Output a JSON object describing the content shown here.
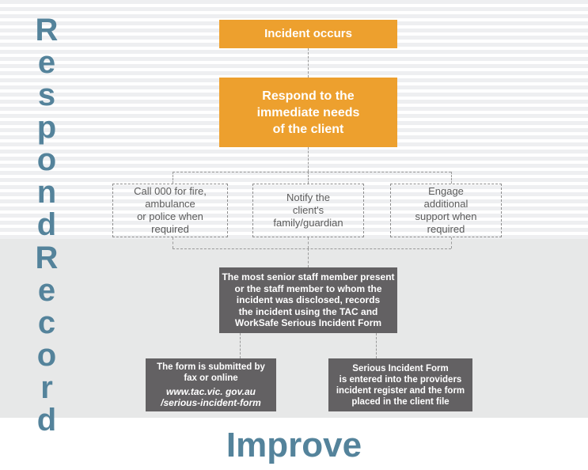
{
  "diagram": {
    "title": "Incident response and recording flowchart",
    "colors": {
      "accent_blue": "#54839b",
      "orange": "#eda02e",
      "dark_gray": "#636163",
      "band_gray": "#e7e8e8",
      "stripe_gray": "#eeeff1",
      "dashed_border": "#8d8d8d",
      "dashed_text": "#5b5b5b"
    },
    "sections": {
      "respond": {
        "label": "Respond",
        "letters": [
          "R",
          "e",
          "s",
          "p",
          "o",
          "n",
          "d"
        ]
      },
      "record": {
        "label": "Record",
        "letters": [
          "R",
          "e",
          "c",
          "o",
          "r",
          "d"
        ]
      },
      "improve": {
        "label": "Improve"
      }
    },
    "nodes": {
      "incident_occurs": {
        "text": "Incident occurs",
        "style": "orange"
      },
      "respond_immediate_needs": {
        "text": "Respond to the\nimmediate needs\nof the client",
        "style": "orange"
      },
      "call_000": {
        "text": "Call 000 for fire,\nambulance\nor police when\nrequired",
        "style": "dashed"
      },
      "notify_family": {
        "text": "Notify the\nclient's\nfamily/guardian",
        "style": "dashed"
      },
      "engage_support": {
        "text": "Engage\nadditional\nsupport when\nrequired",
        "style": "dashed"
      },
      "record_incident": {
        "text": "The most senior staff member present\nor the staff member to whom the\nincident was disclosed, records\nthe incident using the TAC and\nWorkSafe Serious Incident Form",
        "style": "gray"
      },
      "form_submitted": {
        "text": "The form is submitted by\nfax or online",
        "url": "www.tac.vic. gov.au\n/serious-incident-form",
        "style": "gray"
      },
      "serious_incident_form": {
        "text": "Serious Incident Form\nis entered into the providers\nincident register and the form\nplaced in the client file",
        "style": "gray"
      }
    }
  }
}
